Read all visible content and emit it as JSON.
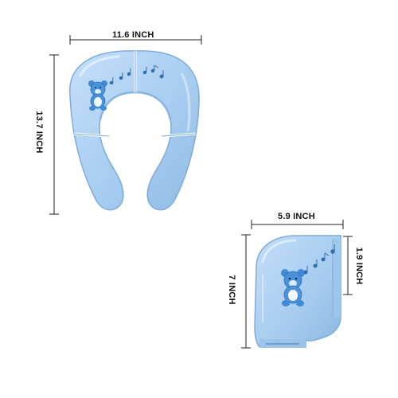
{
  "product": {
    "name": "",
    "color_accent": "#a9cdef",
    "color_outline": "#6fa3d6",
    "color_character": "#3f8ad3"
  },
  "dimensions": {
    "open_width": "11.6 INCH",
    "open_height": "13.7 INCH",
    "folded_width": "5.9 INCH",
    "folded_height": "7 INCH",
    "folded_depth": "1.9 INCH"
  },
  "icons": {
    "seat_open": "potty-seat-open-icon",
    "seat_folded": "potty-seat-folded-icon",
    "bear": "bear-icon",
    "music_notes": "music-notes-icon"
  }
}
